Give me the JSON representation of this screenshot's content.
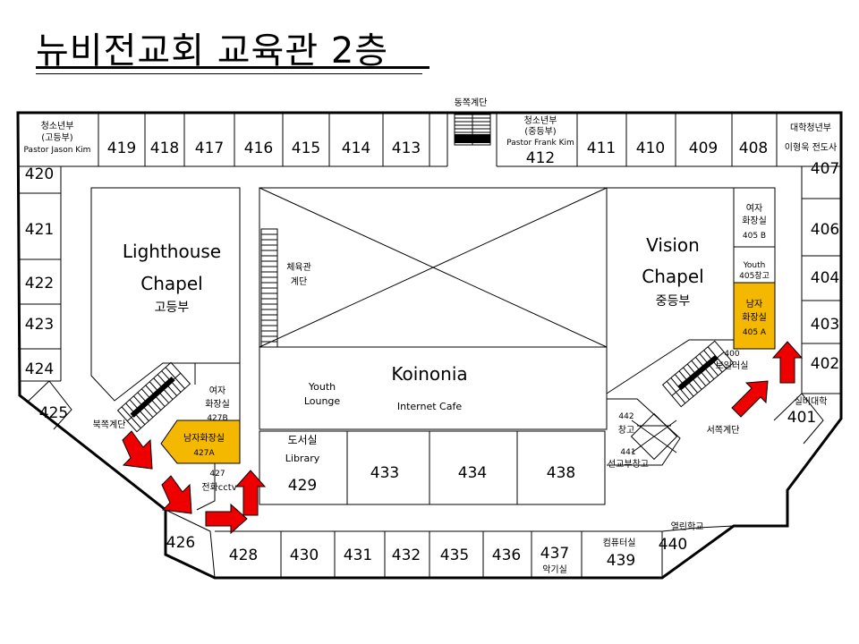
{
  "title": "뉴비전교회 교육관 2층",
  "labels": {
    "east_stairs": "동쪽계단",
    "west_stairs": "서쪽계단",
    "north_stairs": "북쪽계단",
    "gym_stairs_1": "체육관",
    "gym_stairs_2": "계단",
    "youth_hs_1": "청소년부",
    "youth_hs_2": "(고등부)",
    "youth_hs_3": "Pastor Jason Kim",
    "youth_ms_1": "청소년부",
    "youth_ms_2": "(중등부)",
    "youth_ms_3": "Pastor Frank Kim",
    "college_1": "대학청년부",
    "college_2": "이형욱 전도사",
    "lighthouse_1": "Lighthouse",
    "lighthouse_2": "Chapel",
    "lighthouse_3": "고등부",
    "vision_1": "Vision",
    "vision_2": "Chapel",
    "vision_3": "중등부",
    "koinonia": "Koinonia",
    "internet_cafe": "Internet Cafe",
    "youth_lounge_1": "Youth",
    "youth_lounge_2": "Lounge",
    "w405b_1": "여자",
    "w405b_2": "화장실",
    "w405b_3": "405 B",
    "y405_1": "Youth",
    "y405_2": "405창고",
    "m405a_1": "남자",
    "m405a_2": "화장실",
    "m405a_3": "405 A",
    "r400_1": "400",
    "r400_2": "보일러실",
    "silver_1": "실버대학",
    "silver_2": "401",
    "r442_1": "442",
    "r442_2": "창고",
    "r441_1": "441",
    "r441_2": "선교부창고",
    "w427b_1": "여자",
    "w427b_2": "화장실",
    "w427b_3": "427B",
    "m427a_1": "남자화장실",
    "m427a_2": "427A",
    "r427_1": "427",
    "r427_2": "전화cctv",
    "library_1": "도서실",
    "library_2": "Library",
    "library_3": "429",
    "yeolrin_1": "열린학교",
    "yeolrin_2": "440",
    "computer_1": "컴퓨터실",
    "computer_2": "439",
    "r437_1": "437",
    "r437_2": "악기실"
  },
  "rooms": {
    "r419": "419",
    "r418": "418",
    "r417": "417",
    "r416": "416",
    "r415": "415",
    "r414": "414",
    "r413": "413",
    "r412": "412",
    "r411": "411",
    "r410": "410",
    "r409": "409",
    "r408": "408",
    "r407": "407",
    "r406": "406",
    "r404": "404",
    "r403": "403",
    "r402": "402",
    "r420": "420",
    "r421": "421",
    "r422": "422",
    "r423": "423",
    "r424": "424",
    "r425": "425",
    "r426": "426",
    "r428": "428",
    "r430": "430",
    "r431": "431",
    "r432": "432",
    "r435": "435",
    "r436": "436",
    "r433": "433",
    "r434": "434",
    "r438": "438"
  },
  "colors": {
    "restroom_fill": "#f5b800",
    "arrow_fill": "#ee0000"
  }
}
